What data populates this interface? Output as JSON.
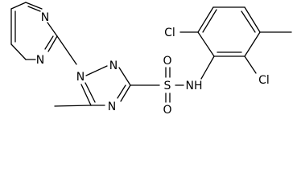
{
  "molecule": {
    "atoms": {
      "cl_top": "Cl",
      "cl_bottom": "Cl",
      "s": "S",
      "o_left": "O",
      "o_right": "O",
      "nh": "NH",
      "n_triazole_left": "N",
      "n_triazole_top": "N",
      "n_triazole_bottom": "N",
      "n_pyrimidine_top": "N",
      "n_pyrimidine_bottom": "N"
    },
    "colors": {
      "bond": "#000000",
      "label": "#000000",
      "background": "#ffffff"
    }
  }
}
